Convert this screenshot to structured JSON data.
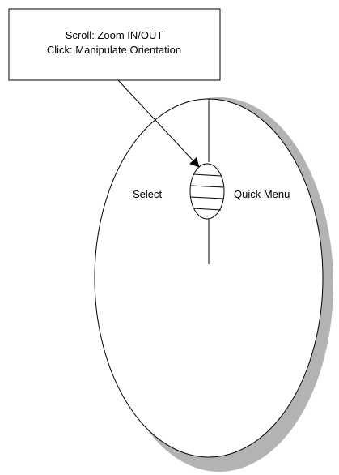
{
  "callout": {
    "line1": "Scroll: Zoom IN/OUT",
    "line2": "Click: Manipulate Orientation"
  },
  "labels": {
    "left_button": "Select",
    "right_button": "Quick Menu"
  },
  "colors": {
    "stroke": "#000000",
    "fill": "#ffffff",
    "shadow": "#b3b3b3"
  }
}
